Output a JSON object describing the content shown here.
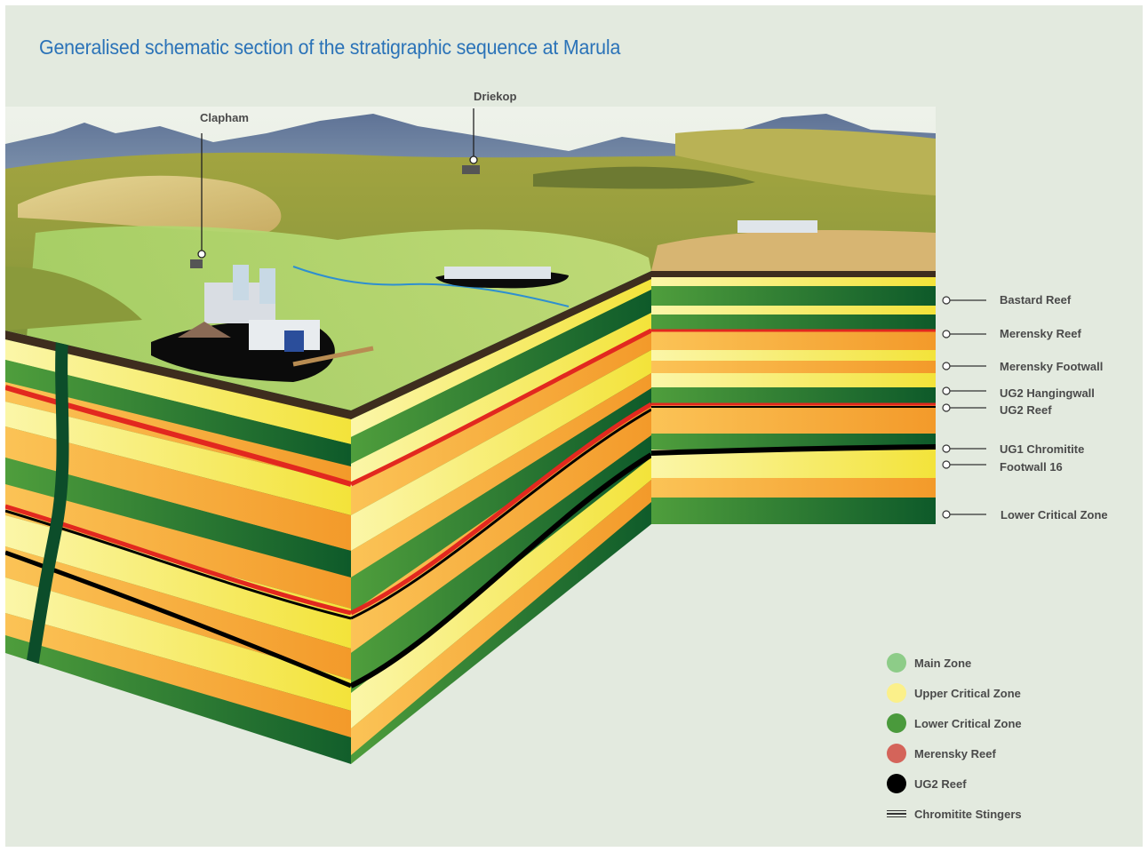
{
  "title": "Generalised schematic section of the stratigraphic sequence at Marula",
  "places": {
    "clapham": "Clapham",
    "driekop": "Driekop"
  },
  "layer_labels": [
    "Bastard Reef",
    "Merensky Reef",
    "Merensky Footwall",
    "UG2 Hangingwall",
    "UG2 Reef",
    "UG1 Chromitite",
    "Footwall 16",
    "Lower Critical Zone"
  ],
  "legend": [
    {
      "label": "Main Zone",
      "color": "#8dcc88"
    },
    {
      "label": "Upper Critical Zone",
      "color": "#fbf08a"
    },
    {
      "label": "Lower Critical Zone",
      "color": "#4a9a3c"
    },
    {
      "label": "Merensky Reef",
      "color": "#d4645a"
    },
    {
      "label": "UG2 Reef",
      "color": "#000000"
    },
    {
      "label": "Chromitite Stingers",
      "color": "#333333"
    }
  ],
  "colors": {
    "title": "#2b73b8",
    "dark_green": "#13612d",
    "green": "#3e8f34",
    "yellow": "#f6ee5e",
    "pale_yellow": "#fbf2a0",
    "orange": "#f7a93a",
    "red_reef": "#e2281f",
    "ug2": "#000000",
    "topsoil": "#3e2d1e"
  }
}
